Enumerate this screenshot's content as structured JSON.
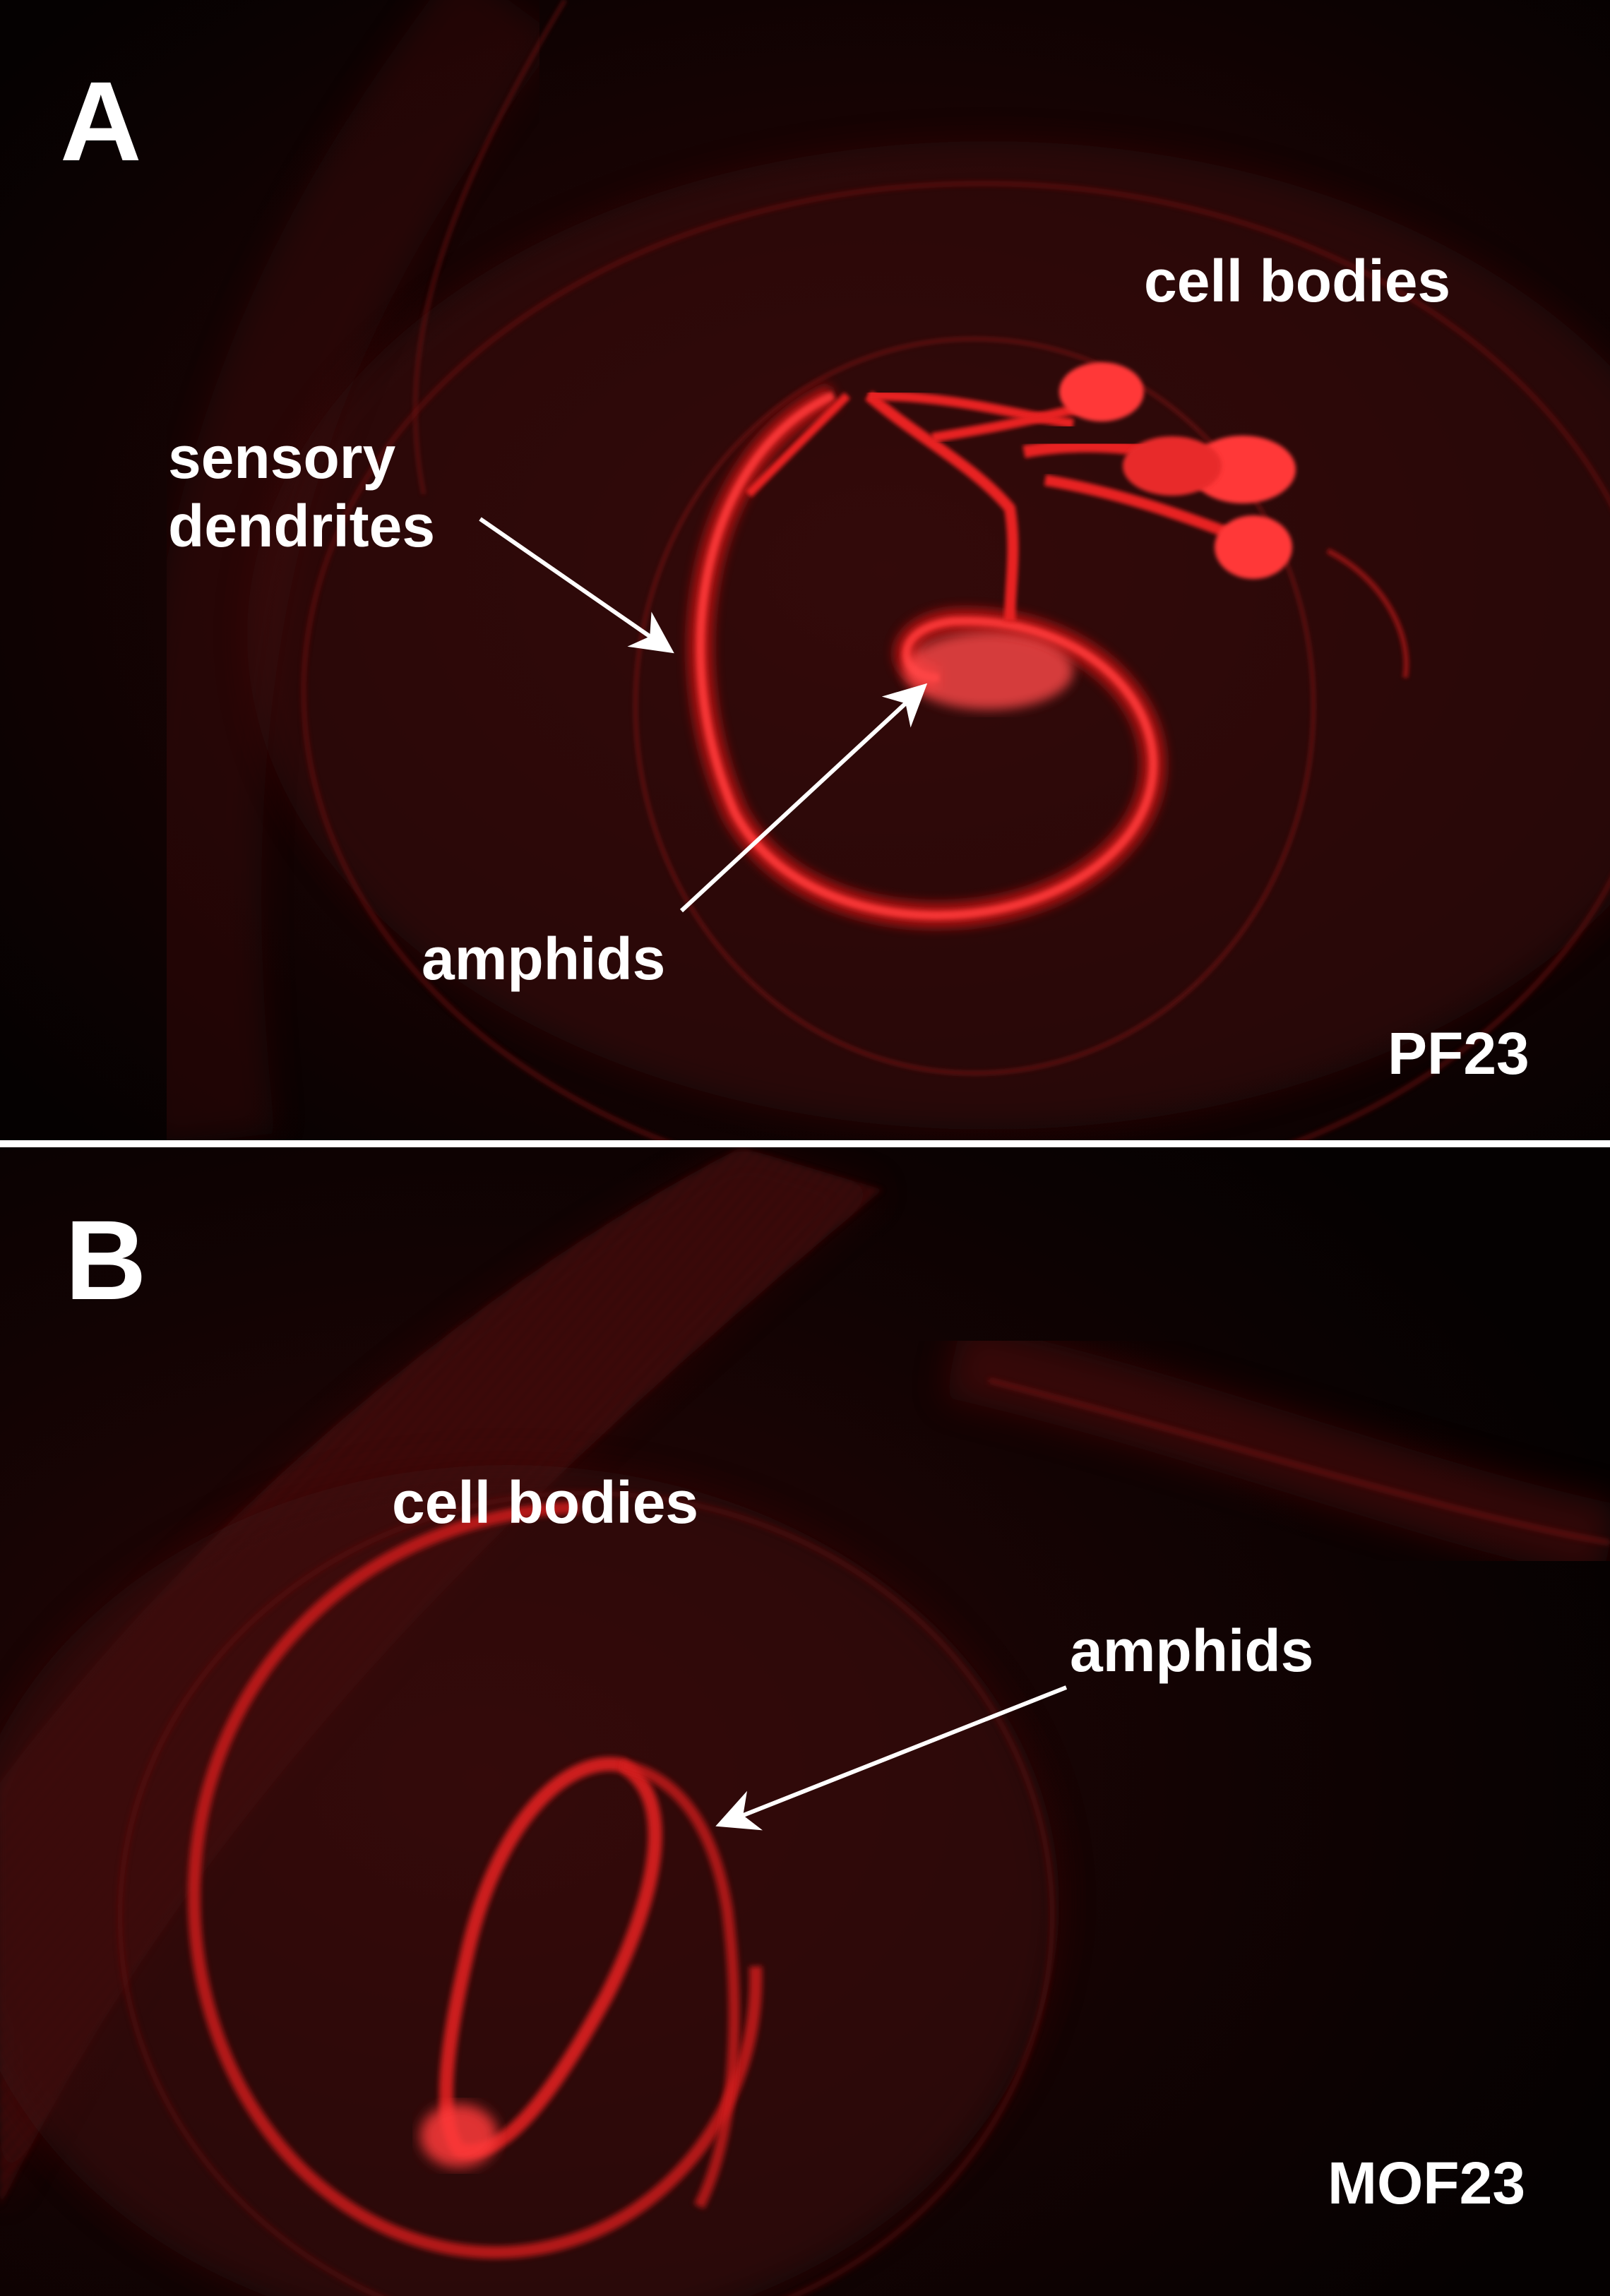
{
  "panel_a": {
    "letter": "A",
    "labels": {
      "cell_bodies": "cell bodies",
      "sensory_dendrites_line1": "sensory",
      "sensory_dendrites_line2": "dendrites",
      "amphids": "amphids"
    },
    "strain": "PF23"
  },
  "panel_b": {
    "letter": "B",
    "labels": {
      "cell_bodies": "cell bodies",
      "amphids": "amphids"
    },
    "strain": "MOF23"
  },
  "colors": {
    "background": "#000000",
    "fluorescence": "#e01e1e",
    "text": "#ffffff"
  }
}
